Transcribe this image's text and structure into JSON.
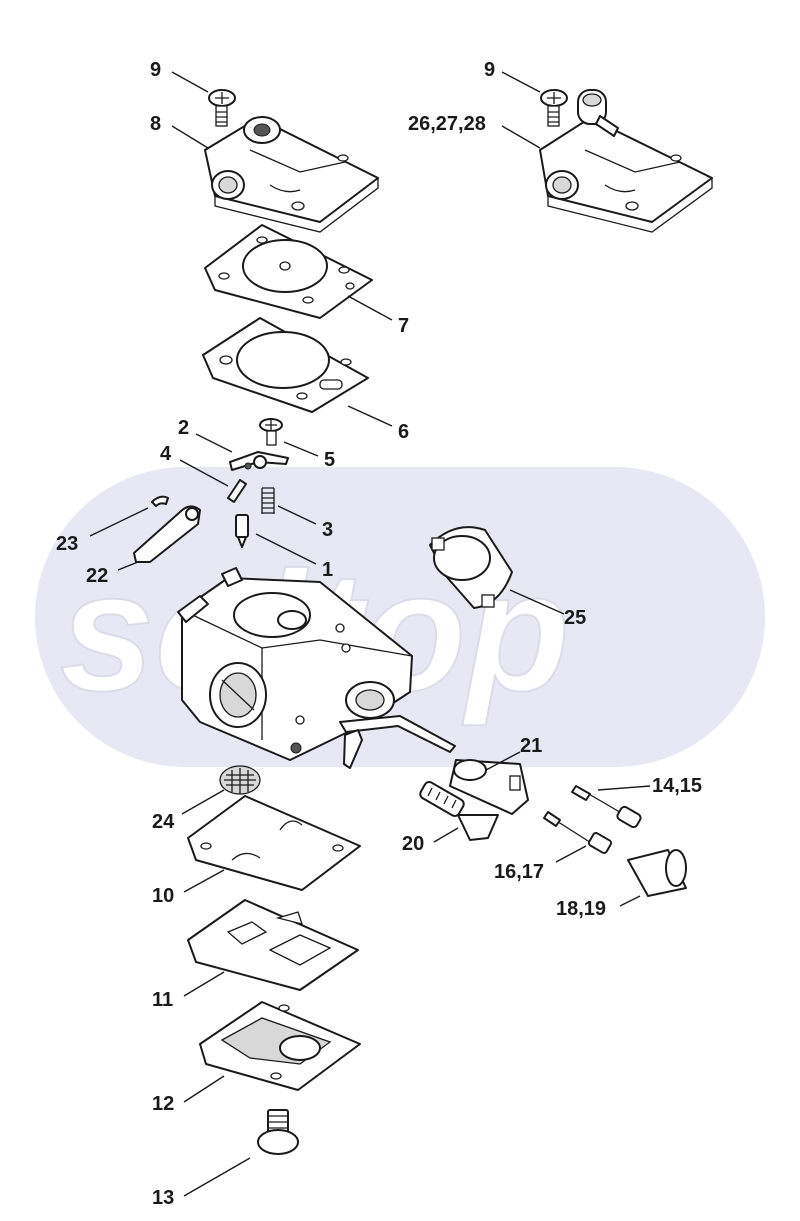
{
  "watermark": {
    "text": "soltop",
    "band_color": "#e8e8f5"
  },
  "callouts": [
    {
      "id": "c9a",
      "label": "9"
    },
    {
      "id": "c8",
      "label": "8"
    },
    {
      "id": "c9b",
      "label": "9"
    },
    {
      "id": "c26",
      "label": "26,27,28"
    },
    {
      "id": "c7",
      "label": "7"
    },
    {
      "id": "c6",
      "label": "6"
    },
    {
      "id": "c2",
      "label": "2"
    },
    {
      "id": "c5",
      "label": "5"
    },
    {
      "id": "c4",
      "label": "4"
    },
    {
      "id": "c3",
      "label": "3"
    },
    {
      "id": "c23",
      "label": "23"
    },
    {
      "id": "c1",
      "label": "1"
    },
    {
      "id": "c22",
      "label": "22"
    },
    {
      "id": "c25",
      "label": "25"
    },
    {
      "id": "c21",
      "label": "21"
    },
    {
      "id": "c14",
      "label": "14,15"
    },
    {
      "id": "c24",
      "label": "24"
    },
    {
      "id": "c20",
      "label": "20"
    },
    {
      "id": "c16",
      "label": "16,17"
    },
    {
      "id": "c10",
      "label": "10"
    },
    {
      "id": "c18",
      "label": "18,19"
    },
    {
      "id": "c11",
      "label": "11"
    },
    {
      "id": "c12",
      "label": "12"
    },
    {
      "id": "c13",
      "label": "13"
    }
  ]
}
